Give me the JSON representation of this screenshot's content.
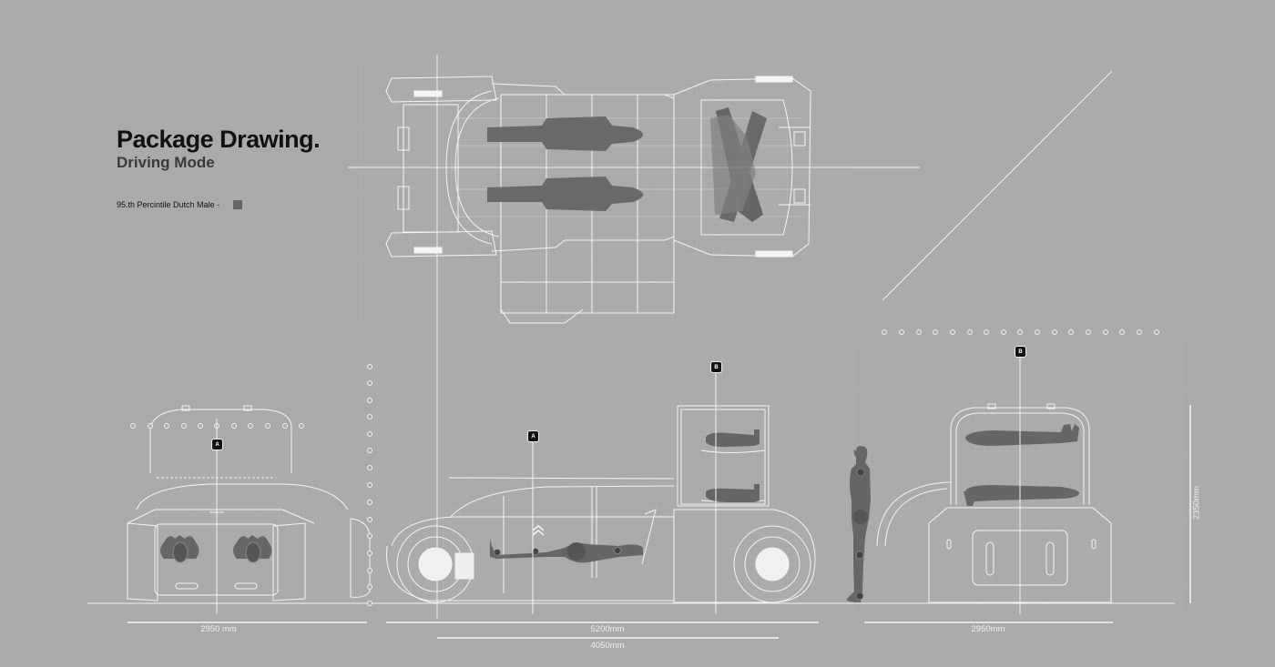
{
  "header": {
    "title": "Package Drawing.",
    "subtitle": "Driving Mode"
  },
  "legend": {
    "label": "95.th Percintile Dutch Male -",
    "swatch_color": "#666666",
    "swatch_icon": "human-figure-swatch"
  },
  "views": [
    {
      "id": "plan-view",
      "label": "Top / plan view"
    },
    {
      "id": "front-view",
      "label": "Front view",
      "callout": "A"
    },
    {
      "id": "side-view",
      "label": "Side view",
      "callouts": [
        "A",
        "B"
      ]
    },
    {
      "id": "rear-view",
      "label": "Rear view",
      "callout": "B"
    }
  ],
  "callouts": {
    "a_label": "A",
    "b_label": "B"
  },
  "dimensions": {
    "front_width": "2950 mm",
    "side_length": "5200mm",
    "side_wheelbase": "4050mm",
    "rear_width": "2950mm",
    "rear_height": "2350mm"
  },
  "colors": {
    "background": "#aaaaaa",
    "linework": "#f2f2f2",
    "grid": "#bdbdbd",
    "human_fill": "#666666",
    "title": "#111111",
    "subtitle": "#3a3a3a",
    "callout_fill": "#111111"
  }
}
